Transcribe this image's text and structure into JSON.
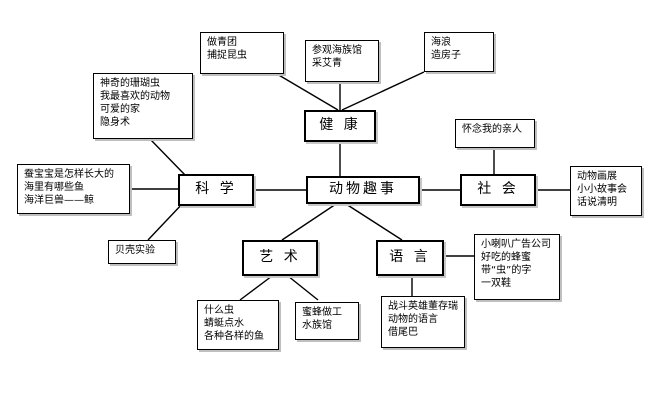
{
  "diagram": {
    "title": "动物趣事",
    "type": "concept-web",
    "center": {
      "label": "动物趣事"
    },
    "branches": [
      {
        "id": "health",
        "label": "健 康"
      },
      {
        "id": "science",
        "label": "科 学"
      },
      {
        "id": "society",
        "label": "社 会"
      },
      {
        "id": "art",
        "label": "艺 术"
      },
      {
        "id": "language",
        "label": "语 言"
      }
    ],
    "leaves": [
      {
        "id": "leaf-insect-team",
        "lines": [
          "做青团",
          "捕捉昆虫"
        ]
      },
      {
        "id": "leaf-aquarium-visit",
        "lines": [
          "参观海族馆",
          "采艾青"
        ]
      },
      {
        "id": "leaf-waves-house",
        "lines": [
          "海浪",
          "造房子"
        ]
      },
      {
        "id": "leaf-coral-worm",
        "lines": [
          "神奇的珊瑚虫",
          "我最喜欢的动物",
          "可爱的家",
          "隐身术"
        ]
      },
      {
        "id": "leaf-silkworm-sea",
        "lines": [
          "蚕宝宝是怎样长大的",
          "海里有哪些鱼",
          "海洋巨兽——鲸"
        ]
      },
      {
        "id": "leaf-shell-experiment",
        "lines": [
          "贝壳实验"
        ]
      },
      {
        "id": "leaf-remember-relatives",
        "lines": [
          "怀念我的亲人"
        ]
      },
      {
        "id": "leaf-animal-exhibition",
        "lines": [
          "动物画展",
          "小小故事会",
          "话说清明"
        ]
      },
      {
        "id": "leaf-what-insect",
        "lines": [
          "什么虫",
          "蜻蜓点水",
          "各种各样的鱼"
        ]
      },
      {
        "id": "leaf-bee-work",
        "lines": [
          "蜜蜂做工",
          "水族馆"
        ]
      },
      {
        "id": "leaf-hero-dong",
        "lines": [
          "战斗英雄董存瑞",
          "动物的语言",
          "借尾巴"
        ]
      },
      {
        "id": "leaf-trumpet-ad",
        "lines": [
          "小喇叭广告公司",
          "好吃的蜂蜜",
          "带“虫”的字",
          "一双鞋"
        ]
      }
    ]
  }
}
